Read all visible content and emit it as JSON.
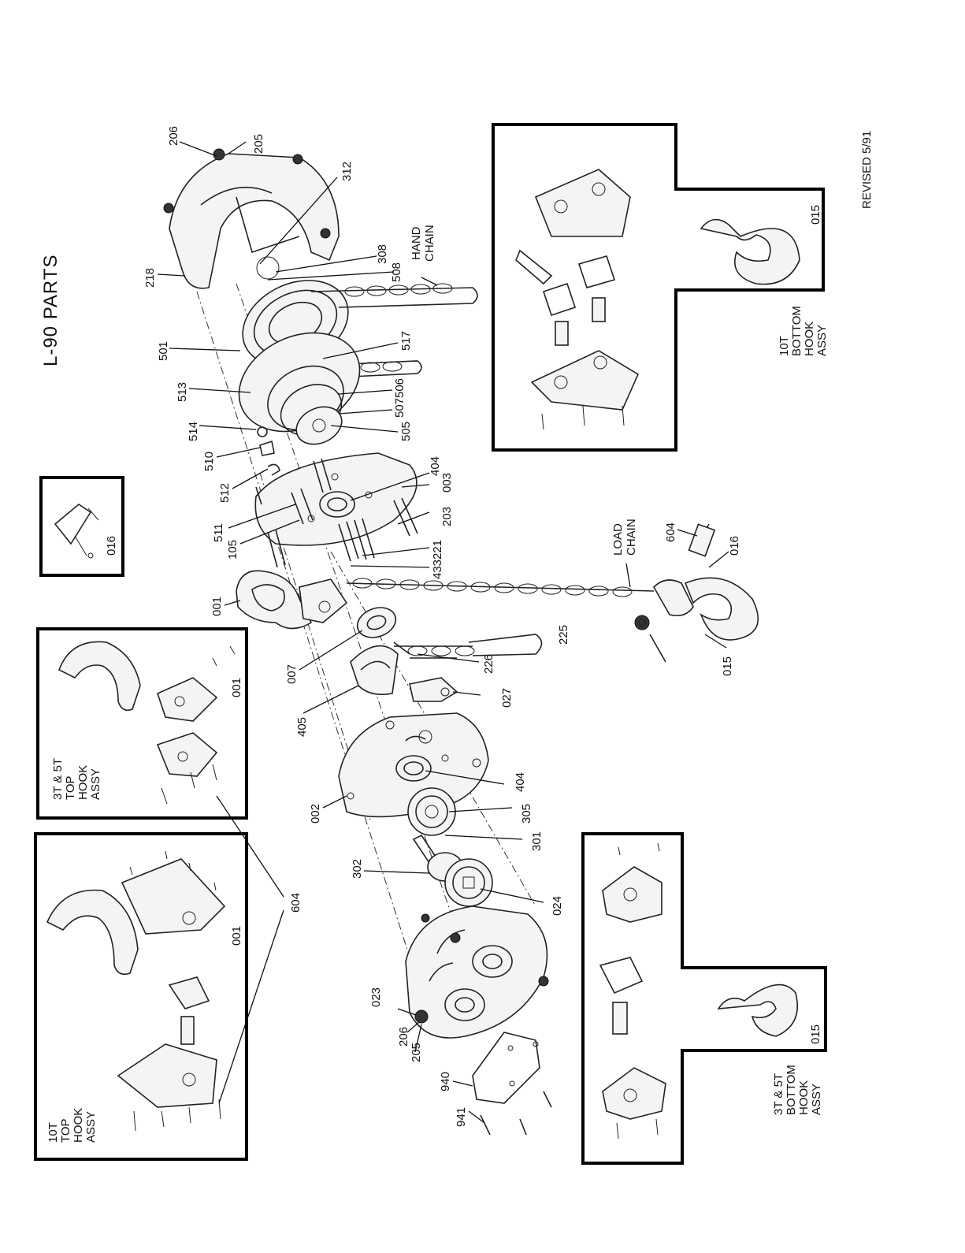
{
  "title": "L-90 PARTS",
  "revised": "REVISED  5/91",
  "chain_labels": {
    "hand": [
      "HAND",
      "CHAIN"
    ],
    "load": [
      "LOAD",
      "CHAIN"
    ]
  },
  "insets": {
    "part_016": {
      "number": "016"
    },
    "top_hook_3t5t": {
      "caption": [
        "3T & 5T",
        "TOP",
        "HOOK",
        "ASSY"
      ],
      "parts": [
        "001"
      ]
    },
    "top_hook_10t": {
      "caption": [
        "10T",
        "TOP",
        "HOOK",
        "ASSY"
      ],
      "parts": [
        "001"
      ]
    },
    "bottom_hook_10t": {
      "caption": [
        "10T",
        "BOTTOM",
        "HOOK",
        "ASSY"
      ],
      "parts": [
        "015"
      ]
    },
    "bottom_hook_3t5t": {
      "caption": [
        "3T & 5T",
        "BOTTOM",
        "HOOK",
        "ASSY"
      ],
      "parts": [
        "015"
      ]
    }
  },
  "callouts": {
    "p206a": "206",
    "p205a": "205",
    "p312": "312",
    "p218": "218",
    "p308": "308",
    "p508": "508",
    "p501": "501",
    "p517": "517",
    "p513": "513",
    "p506": "506",
    "p507": "507",
    "p514": "514",
    "p505": "505",
    "p510": "510",
    "p512": "512",
    "p404a": "404",
    "p003": "003",
    "p511": "511",
    "p203": "203",
    "p105": "105",
    "p221": "221",
    "p433": "433",
    "p001": "001",
    "p604a": "604",
    "p016": "016",
    "p225": "225",
    "p007": "007",
    "p226": "226",
    "p015": "015",
    "p405": "405",
    "p027": "027",
    "p404b": "404",
    "p002": "002",
    "p305": "305",
    "p301": "301",
    "p302": "302",
    "p024": "024",
    "p604b": "604",
    "p023": "023",
    "p206b": "206",
    "p205b": "205",
    "p940": "940",
    "p941": "941"
  }
}
